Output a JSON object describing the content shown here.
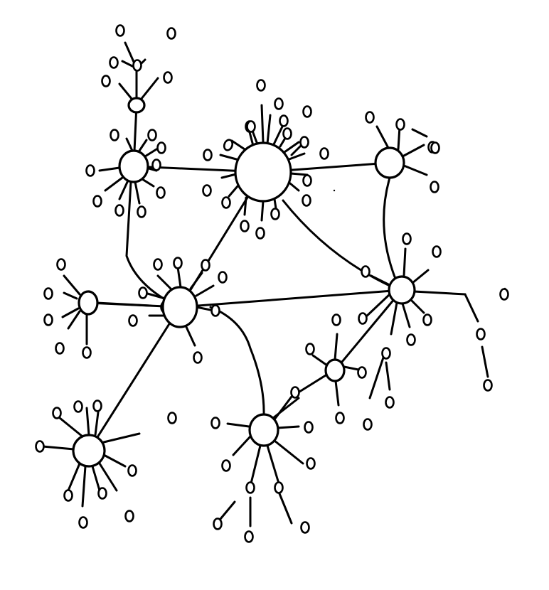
{
  "diagram": {
    "kind": "hand-drawn network graph",
    "colors": {
      "ink": "#000000",
      "paper": "#ffffff"
    },
    "hubs": [
      {
        "id": "hub-top-center",
        "size": "large"
      },
      {
        "id": "hub-upper-left",
        "size": "medium"
      },
      {
        "id": "hub-upper-right",
        "size": "medium"
      },
      {
        "id": "hub-middle-center",
        "size": "medium"
      },
      {
        "id": "hub-middle-right",
        "size": "medium"
      },
      {
        "id": "hub-middle-left",
        "size": "small"
      },
      {
        "id": "hub-lower-left",
        "size": "medium"
      },
      {
        "id": "hub-lower-center",
        "size": "medium"
      },
      {
        "id": "hub-lower-right-small",
        "size": "small"
      },
      {
        "id": "hub-top-left-small",
        "size": "small"
      }
    ],
    "hub_links": [
      [
        "hub-upper-left",
        "hub-top-center"
      ],
      [
        "hub-top-center",
        "hub-upper-right"
      ],
      [
        "hub-upper-right",
        "hub-middle-right"
      ],
      [
        "hub-top-center",
        "hub-middle-right"
      ],
      [
        "hub-top-center",
        "hub-middle-center"
      ],
      [
        "hub-middle-center",
        "hub-middle-right"
      ],
      [
        "hub-middle-left",
        "hub-middle-center"
      ],
      [
        "hub-middle-center",
        "hub-lower-left"
      ],
      [
        "hub-upper-left",
        "hub-middle-center"
      ],
      [
        "hub-top-left-small",
        "hub-upper-left"
      ],
      [
        "hub-middle-right",
        "hub-lower-right-small"
      ],
      [
        "hub-lower-right-small",
        "hub-lower-center"
      ],
      [
        "hub-middle-center",
        "hub-lower-center"
      ]
    ]
  }
}
